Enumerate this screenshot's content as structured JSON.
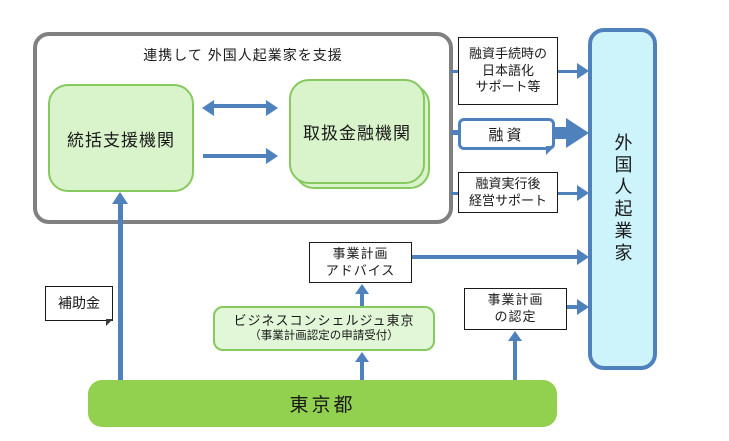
{
  "colors": {
    "blue": "#4f81bd",
    "gray_border": "#808080",
    "green_fill": "#d9f3cb",
    "green_border": "#86c95e",
    "concierge_fill": "#e1f7d7",
    "tokyo_green": "#92d050",
    "cyan_fill": "#cdf3fb",
    "ink": "#1a1a1a"
  },
  "group": {
    "title": "連携して 外国人起業家を支援",
    "coordinator": "統括支援機関",
    "financial_institution": "取扱金融機関"
  },
  "flows": {
    "loan_procedure_support": "融資手続時の\n日本語化\nサポート等",
    "loan": "融資",
    "post_loan_support": "融資実行後\n経営サポート",
    "business_plan_advice": "事業計画\nアドバイス",
    "business_plan_certification": "事業計画\nの認定",
    "subsidy": "補助金"
  },
  "entities": {
    "foreign_entrepreneur": "外国人起業家",
    "tokyo": "東京都",
    "concierge_line1": "ビジネスコンシェルジュ東京",
    "concierge_line2": "（事業計画認定の申請受付）"
  }
}
